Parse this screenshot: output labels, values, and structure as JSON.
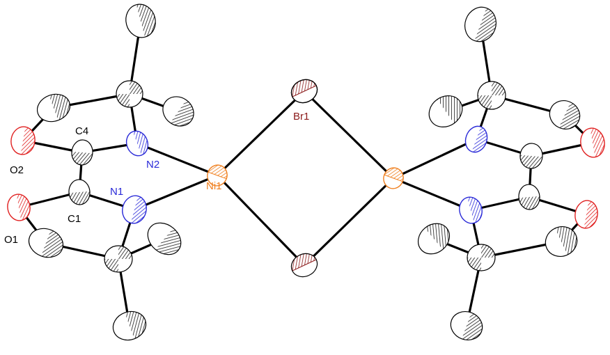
{
  "labels": {
    "br1": "Br1",
    "ni1": "Ni1",
    "n1": "N1",
    "n2": "N2",
    "c1": "C1",
    "c4": "C4",
    "o1": "O1",
    "o2": "O2"
  },
  "colors": {
    "carbon": "#1a1a1a",
    "nitrogen": "#2a2ad8",
    "oxygen": "#e02020",
    "nickel": "#f08020",
    "bromine": "#8b1a1a",
    "bond": "#000000",
    "background": "#ffffff"
  }
}
